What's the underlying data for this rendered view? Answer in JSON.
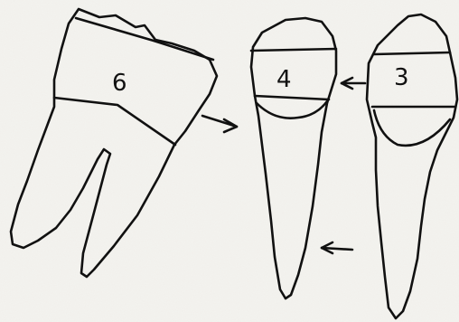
{
  "teeth": [
    {
      "id": "molar",
      "label": "6"
    },
    {
      "id": "premolar-a",
      "label": "4"
    },
    {
      "id": "premolar-b",
      "label": "3"
    }
  ],
  "colors": {
    "paper": "#f4f3ef",
    "ink": "#111111"
  }
}
